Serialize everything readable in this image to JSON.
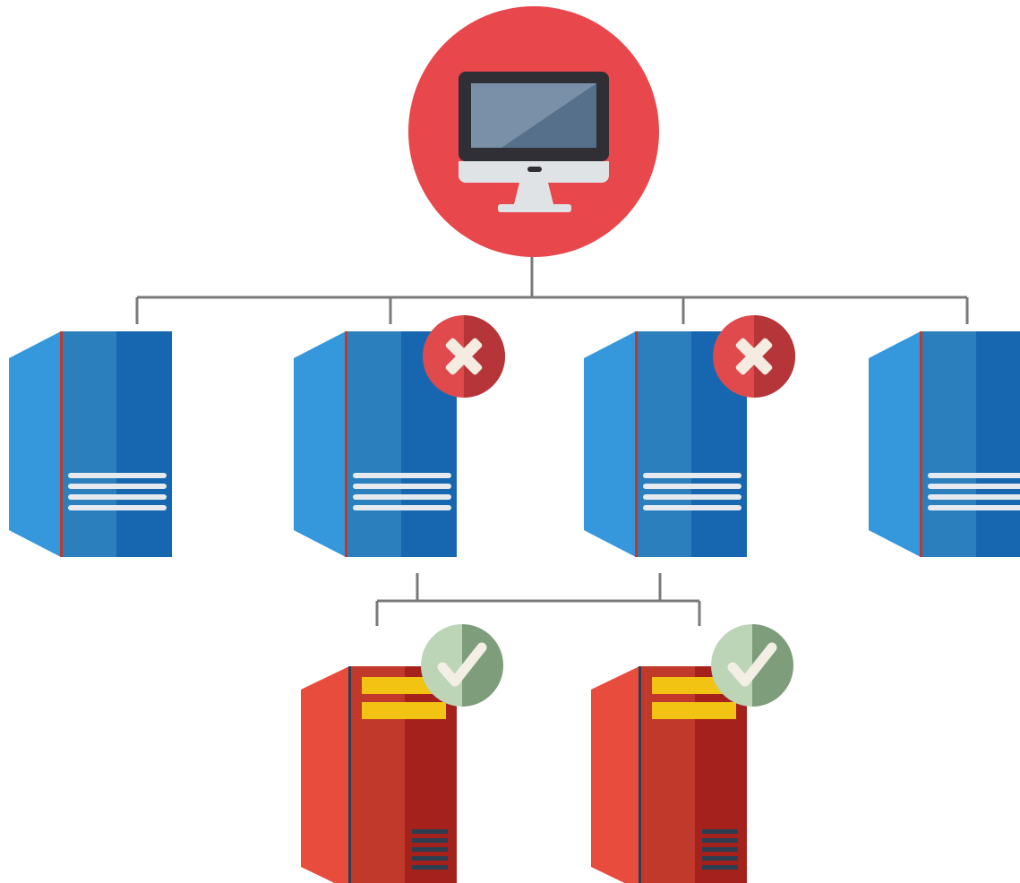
{
  "colors": {
    "background": "#ffffff",
    "connector": "#7a7a7a",
    "client_circle": "#e8474b",
    "monitor_bezel": "#2f2f35",
    "monitor_screen": "#7990a8",
    "monitor_screen_shine": "#566f8b",
    "monitor_chin": "#dfe3e6",
    "server_blue_side": "#3597dc",
    "server_blue_mid": "#2a7fbc",
    "server_blue_front": "#1667b0",
    "server_blue_vents": "#e6eaee",
    "server_red_side": "#e74c3c",
    "server_red_mid": "#c0392b",
    "server_red_front": "#a4211c",
    "server_red_panel": "#f2c313",
    "server_red_vents": "#2c3e50",
    "divider_red": "#c0392b",
    "error_badge": "#e04a4d",
    "error_badge_shadow": "#b63538",
    "error_mark": "#f4ece1",
    "ok_badge": "#bcd5b7",
    "ok_badge_shadow": "#7e9e7b",
    "ok_mark": "#f4efe4"
  },
  "nodes": {
    "client": {
      "icon": "desktop-computer-icon"
    },
    "primary_servers": [
      {
        "icon": "server-icon",
        "status": "none"
      },
      {
        "icon": "server-icon",
        "status": "error"
      },
      {
        "icon": "server-icon",
        "status": "error"
      },
      {
        "icon": "server-icon",
        "status": "none"
      }
    ],
    "backup_servers": [
      {
        "icon": "server-icon",
        "status": "ok"
      },
      {
        "icon": "server-icon",
        "status": "ok"
      }
    ]
  },
  "status_icons": {
    "error": "x-badge-icon",
    "ok": "checkmark-badge-icon"
  }
}
